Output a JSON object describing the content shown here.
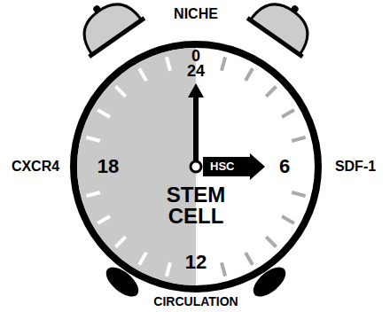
{
  "diagram": {
    "nodes": [
      {
        "text": [
          "0",
          "24",
          "6",
          "12",
          "18",
          "STEM CELL"
        ]
      },
      {
        "text": [
          "HSC"
        ],
        "in": 0
      }
    ],
    "labels": [
      "NICHE",
      "CXCR4",
      "SDF-1",
      "CIRCULATION"
    ]
  }
}
